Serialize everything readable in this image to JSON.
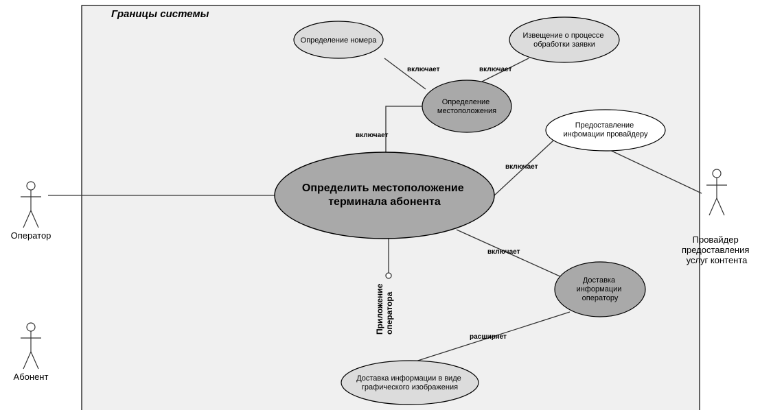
{
  "diagram": {
    "system_boundary_label": "Границы системы",
    "use_cases": {
      "main": [
        "Определить местоположение",
        "терминала абонента"
      ],
      "number": [
        "Определение номера"
      ],
      "notify": [
        "Извещение о процессе",
        "обработки заявки"
      ],
      "location": [
        "Определение",
        "местоположения"
      ],
      "provider_info": [
        "Предоставление",
        "инфомации провайдеру"
      ],
      "delivery_operator": [
        "Доставка",
        "информации",
        "оператору"
      ],
      "delivery_graphic": [
        "Доставка информации в виде",
        "графического изображения"
      ]
    },
    "relations": {
      "include": "включает",
      "extend": "расширяет"
    },
    "interface_label": [
      "Приложение",
      "оператора"
    ],
    "actors": {
      "operator": [
        "Оператор"
      ],
      "subscriber": [
        "Абонент"
      ],
      "provider": [
        "Провайдер",
        "предоставления",
        "услуг контента"
      ]
    },
    "colors": {
      "ellipse_fill_light": "#dcdcdc",
      "ellipse_fill_dark": "#a9a9a9",
      "boundary_fill": "#f0f0f0",
      "line": "#333333"
    }
  }
}
